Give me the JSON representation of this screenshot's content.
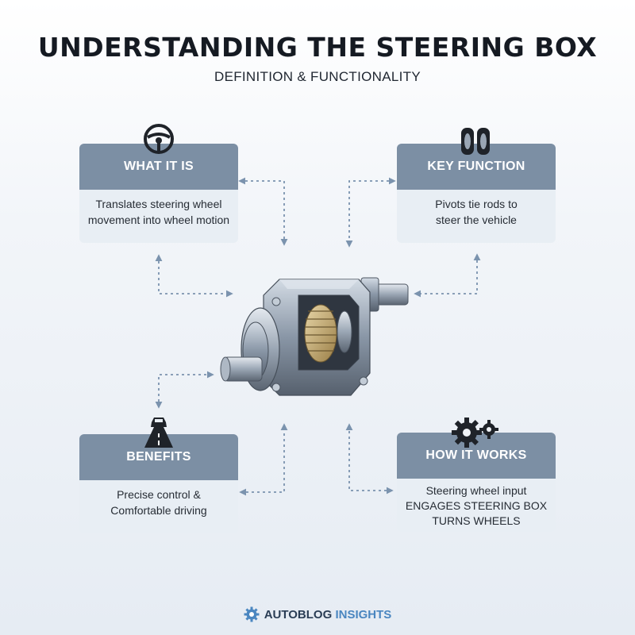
{
  "title": "UNDERSTANDING THE STEERING BOX",
  "subtitle": "DEFINITION & FUNCTIONALITY",
  "cards": {
    "what": {
      "title": "WHAT IT IS",
      "lines": [
        "Translates steering wheel",
        "movement into wheel motion"
      ],
      "icon": "steering-wheel-icon"
    },
    "key": {
      "title": "KEY FUNCTION",
      "lines": [
        "Pivots tie rods to",
        "steer the vehicle"
      ],
      "icon": "tires-icon"
    },
    "benefits": {
      "title": "BENEFITS",
      "lines": [
        "Precise control &",
        "Comfortable driving"
      ],
      "icon": "road-car-icon"
    },
    "how": {
      "title": "HOW IT WORKS",
      "lines": [
        "Steering wheel input",
        "ENGAGES STEERING BOX",
        "TURNS WHEELS"
      ],
      "icon": "gears-icon"
    }
  },
  "footer": {
    "brand_main": "AUTOBLOG",
    "brand_accent": "INSIGHTS",
    "icon": "gear-icon"
  },
  "colors": {
    "header": "#7c8fa4",
    "body": "#e8eef4",
    "arrow": "#7b93ae",
    "accent": "#4a86c0"
  }
}
